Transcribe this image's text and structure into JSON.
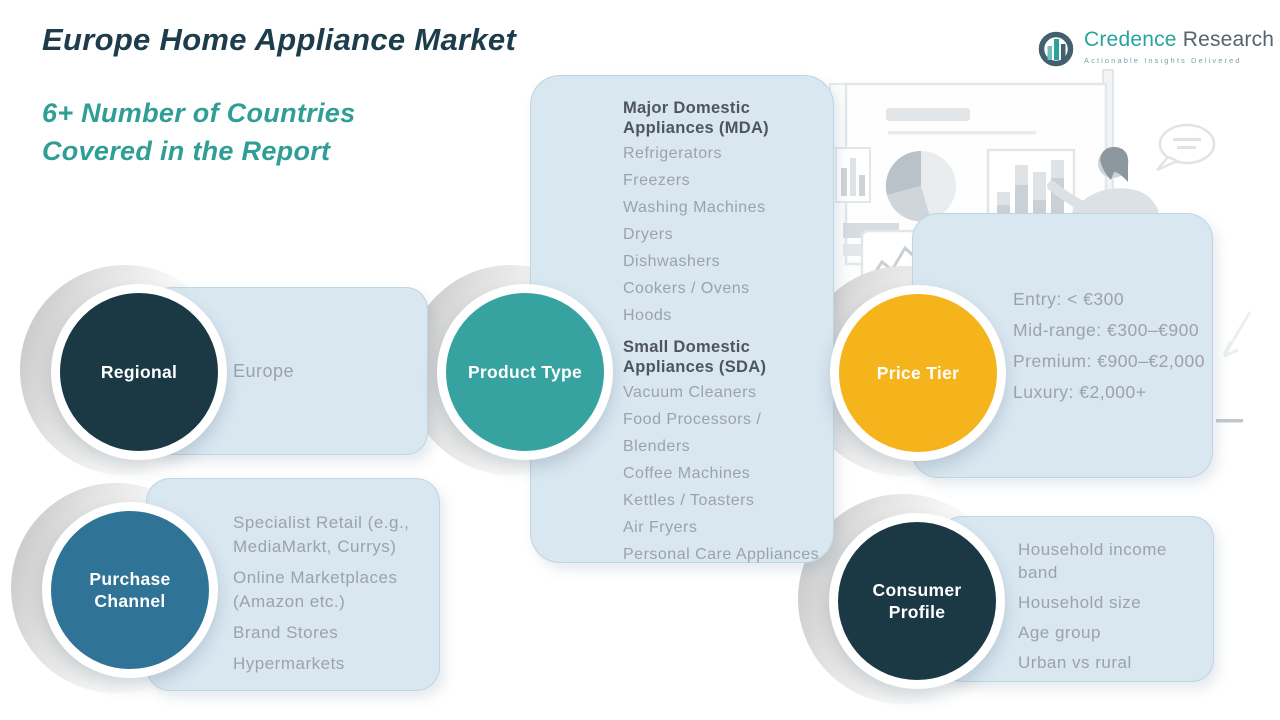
{
  "header": {
    "title": "Europe Home Appliance Market",
    "subtitle_line1": "6+ Number of Countries",
    "subtitle_line2": "Covered in the Report"
  },
  "logo": {
    "brand_primary": "Credence",
    "brand_secondary": "Research",
    "tagline": "Actionable Insights Delivered",
    "icon": "bar-chart-circle-icon"
  },
  "colors": {
    "title_text": "#1e3d4c",
    "subtitle_text": "#2f9e94",
    "panel_background": "#d9e7f1",
    "panel_text": "#9ba3a8",
    "panel_heading_text": "#4e565c",
    "dark_navy": "#1b3945",
    "teal": "#37a3a0",
    "amber": "#f6b41c",
    "steel_blue": "#2f7396"
  },
  "segments": [
    {
      "label": "Regional",
      "color": "#1b3945",
      "items": [
        "Europe"
      ]
    },
    {
      "label": "Product Type",
      "color": "#37a3a0",
      "groups": [
        {
          "heading": "Major Domestic Appliances (MDA)",
          "items": [
            "Refrigerators",
            "Freezers",
            "Washing Machines",
            "Dryers",
            "Dishwashers",
            "Cookers / Ovens",
            "Hoods"
          ]
        },
        {
          "heading": "Small Domestic Appliances (SDA)",
          "items": [
            "Vacuum Cleaners",
            "Food Processors / Blenders",
            "Coffee Machines",
            "Kettles / Toasters",
            "Air Fryers",
            "Personal Care Appliances"
          ]
        }
      ]
    },
    {
      "label": "Price Tier",
      "color": "#f6b41c",
      "items": [
        "Entry: < €300",
        "Mid-range: €300–€900",
        "Premium: €900–€2,000",
        "Luxury: €2,000+"
      ]
    },
    {
      "label": "Purchase Channel",
      "color": "#2f7396",
      "items": [
        "Specialist Retail (e.g., MediaMarkt, Currys)",
        "Online Marketplaces (Amazon etc.)",
        "Brand Stores",
        "Hypermarkets"
      ]
    },
    {
      "label": "Consumer Profile",
      "color": "#1b3945",
      "items": [
        "Household income band",
        "Household size",
        "Age group",
        "Urban vs rural"
      ]
    }
  ]
}
